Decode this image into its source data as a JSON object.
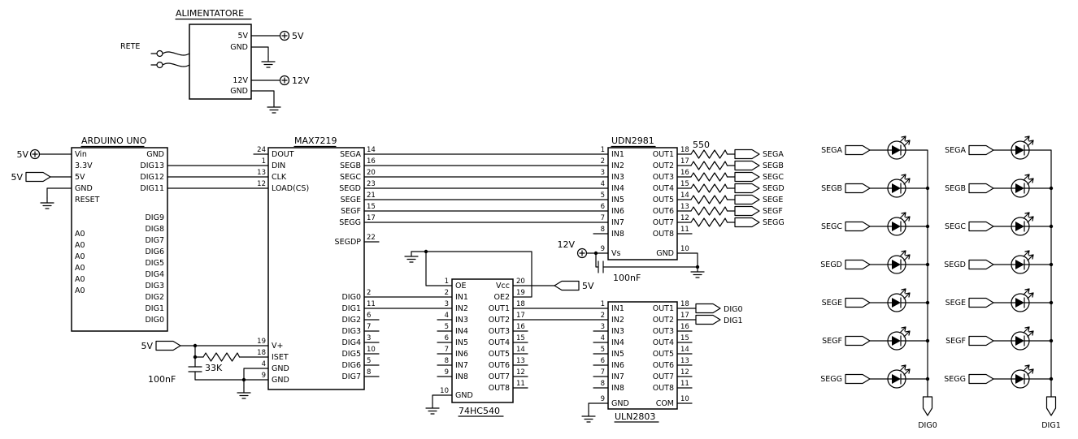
{
  "colors": {
    "background": "#ffffff",
    "ink": "#000000"
  },
  "psu": {
    "title": "ALIMENTATORE",
    "input_label": "RETE",
    "pins": [
      "5V",
      "GND",
      "12V",
      "GND"
    ],
    "out_5v_label": "5V",
    "out_12v_label": "12V"
  },
  "arduino": {
    "title": "ARDUINO UNO",
    "left_pins": [
      "Vin",
      "3.3V",
      "5V",
      "GND",
      "RESET",
      "A0",
      "A0",
      "A0",
      "A0",
      "A0",
      "A0"
    ],
    "right_pins": [
      "GND",
      "DIG13",
      "DIG12",
      "DIG11",
      "DIG9",
      "DIG8",
      "DIG7",
      "DIG6",
      "DIG5",
      "DIG4",
      "DIG3",
      "DIG2",
      "DIG1",
      "DIG0"
    ],
    "pwr_5v_label": "5V",
    "tag_5v_label": "5V"
  },
  "max7219": {
    "title": "MAX7219",
    "left_pins": [
      {
        "name": "DOUT",
        "num": "24"
      },
      {
        "name": "DIN",
        "num": "1"
      },
      {
        "name": "CLK",
        "num": "13"
      },
      {
        "name": "LOAD(CS)",
        "num": "12"
      },
      {
        "name": "V+",
        "num": "19"
      },
      {
        "name": "ISET",
        "num": "18"
      },
      {
        "name": "GND",
        "num": "4"
      },
      {
        "name": "GND",
        "num": "9"
      }
    ],
    "right_pins": [
      {
        "name": "SEGA",
        "num": "14"
      },
      {
        "name": "SEGB",
        "num": "16"
      },
      {
        "name": "SEGC",
        "num": "20"
      },
      {
        "name": "SEGD",
        "num": "23"
      },
      {
        "name": "SEGE",
        "num": "21"
      },
      {
        "name": "SEGF",
        "num": "15"
      },
      {
        "name": "SEGG",
        "num": "17"
      },
      {
        "name": "SEGDP",
        "num": "22"
      },
      {
        "name": "DIG0",
        "num": "2"
      },
      {
        "name": "DIG1",
        "num": "11"
      },
      {
        "name": "DIG2",
        "num": "6"
      },
      {
        "name": "DIG3",
        "num": "7"
      },
      {
        "name": "DIG4",
        "num": "3"
      },
      {
        "name": "DIG5",
        "num": "10"
      },
      {
        "name": "DIG6",
        "num": "5"
      },
      {
        "name": "DIG7",
        "num": "8"
      }
    ],
    "tag_5v_label": "5V",
    "riset_value": "33K",
    "cap_value": "100nF"
  },
  "hc540": {
    "title": "74HC540",
    "left_pins": [
      {
        "name": "OE",
        "num": "1"
      },
      {
        "name": "IN1",
        "num": "2"
      },
      {
        "name": "IN2",
        "num": "3"
      },
      {
        "name": "IN3",
        "num": "4"
      },
      {
        "name": "IN4",
        "num": "5"
      },
      {
        "name": "IN5",
        "num": "6"
      },
      {
        "name": "IN6",
        "num": "7"
      },
      {
        "name": "IN7",
        "num": "8"
      },
      {
        "name": "IN8",
        "num": "9"
      },
      {
        "name": "GND",
        "num": "10"
      }
    ],
    "right_pins": [
      {
        "name": "Vcc",
        "num": "20"
      },
      {
        "name": "OE2",
        "num": "19"
      },
      {
        "name": "OUT1",
        "num": "18"
      },
      {
        "name": "OUT2",
        "num": "17"
      },
      {
        "name": "OUT3",
        "num": "16"
      },
      {
        "name": "OUT4",
        "num": "15"
      },
      {
        "name": "OUT5",
        "num": "14"
      },
      {
        "name": "OUT6",
        "num": "13"
      },
      {
        "name": "OUT7",
        "num": "12"
      },
      {
        "name": "OUT8",
        "num": "11"
      }
    ],
    "tag_5v_label": "5V"
  },
  "udn2981": {
    "title": "UDN2981",
    "left_pins": [
      {
        "name": "IN1",
        "num": "1"
      },
      {
        "name": "IN2",
        "num": "2"
      },
      {
        "name": "IN3",
        "num": "3"
      },
      {
        "name": "IN4",
        "num": "4"
      },
      {
        "name": "IN5",
        "num": "5"
      },
      {
        "name": "IN6",
        "num": "6"
      },
      {
        "name": "IN7",
        "num": "7"
      },
      {
        "name": "IN8",
        "num": "8"
      },
      {
        "name": "Vs",
        "num": "9"
      }
    ],
    "right_pins": [
      {
        "name": "OUT1",
        "num": "18"
      },
      {
        "name": "OUT2",
        "num": "17"
      },
      {
        "name": "OUT3",
        "num": "16"
      },
      {
        "name": "OUT4",
        "num": "15"
      },
      {
        "name": "OUT5",
        "num": "14"
      },
      {
        "name": "OUT6",
        "num": "13"
      },
      {
        "name": "OUT7",
        "num": "12"
      },
      {
        "name": "OUT8",
        "num": "11"
      },
      {
        "name": "GND",
        "num": "10"
      }
    ],
    "pwr_12v_label": "12V",
    "cap_value": "100nF",
    "resistor_value": "550",
    "seg_tags": [
      "SEGA",
      "SEGB",
      "SEGC",
      "SEGD",
      "SEGE",
      "SEGF",
      "SEGG"
    ]
  },
  "uln2803": {
    "title": "ULN2803",
    "left_pins": [
      {
        "name": "IN1",
        "num": "1"
      },
      {
        "name": "IN2",
        "num": "2"
      },
      {
        "name": "IN3",
        "num": "3"
      },
      {
        "name": "IN4",
        "num": "4"
      },
      {
        "name": "IN5",
        "num": "5"
      },
      {
        "name": "IN6",
        "num": "6"
      },
      {
        "name": "IN7",
        "num": "7"
      },
      {
        "name": "IN8",
        "num": "8"
      },
      {
        "name": "GND",
        "num": "9"
      }
    ],
    "right_pins": [
      {
        "name": "OUT1",
        "num": "18"
      },
      {
        "name": "OUT2",
        "num": "17"
      },
      {
        "name": "OUT3",
        "num": "16"
      },
      {
        "name": "OUT4",
        "num": "15"
      },
      {
        "name": "OUT5",
        "num": "14"
      },
      {
        "name": "OUT6",
        "num": "13"
      },
      {
        "name": "OUT7",
        "num": "12"
      },
      {
        "name": "OUT8",
        "num": "11"
      },
      {
        "name": "COM",
        "num": "10"
      }
    ],
    "dig0_tag": "DIG0",
    "dig1_tag": "DIG1"
  },
  "display0": {
    "segment_tags": [
      "SEGA",
      "SEGB",
      "SEGC",
      "SEGD",
      "SEGE",
      "SEGF",
      "SEGG"
    ],
    "digit_tag": "DIG0"
  },
  "display1": {
    "segment_tags": [
      "SEGA",
      "SEGB",
      "SEGC",
      "SEGD",
      "SEGE",
      "SEGF",
      "SEGG"
    ],
    "digit_tag": "DIG1"
  }
}
